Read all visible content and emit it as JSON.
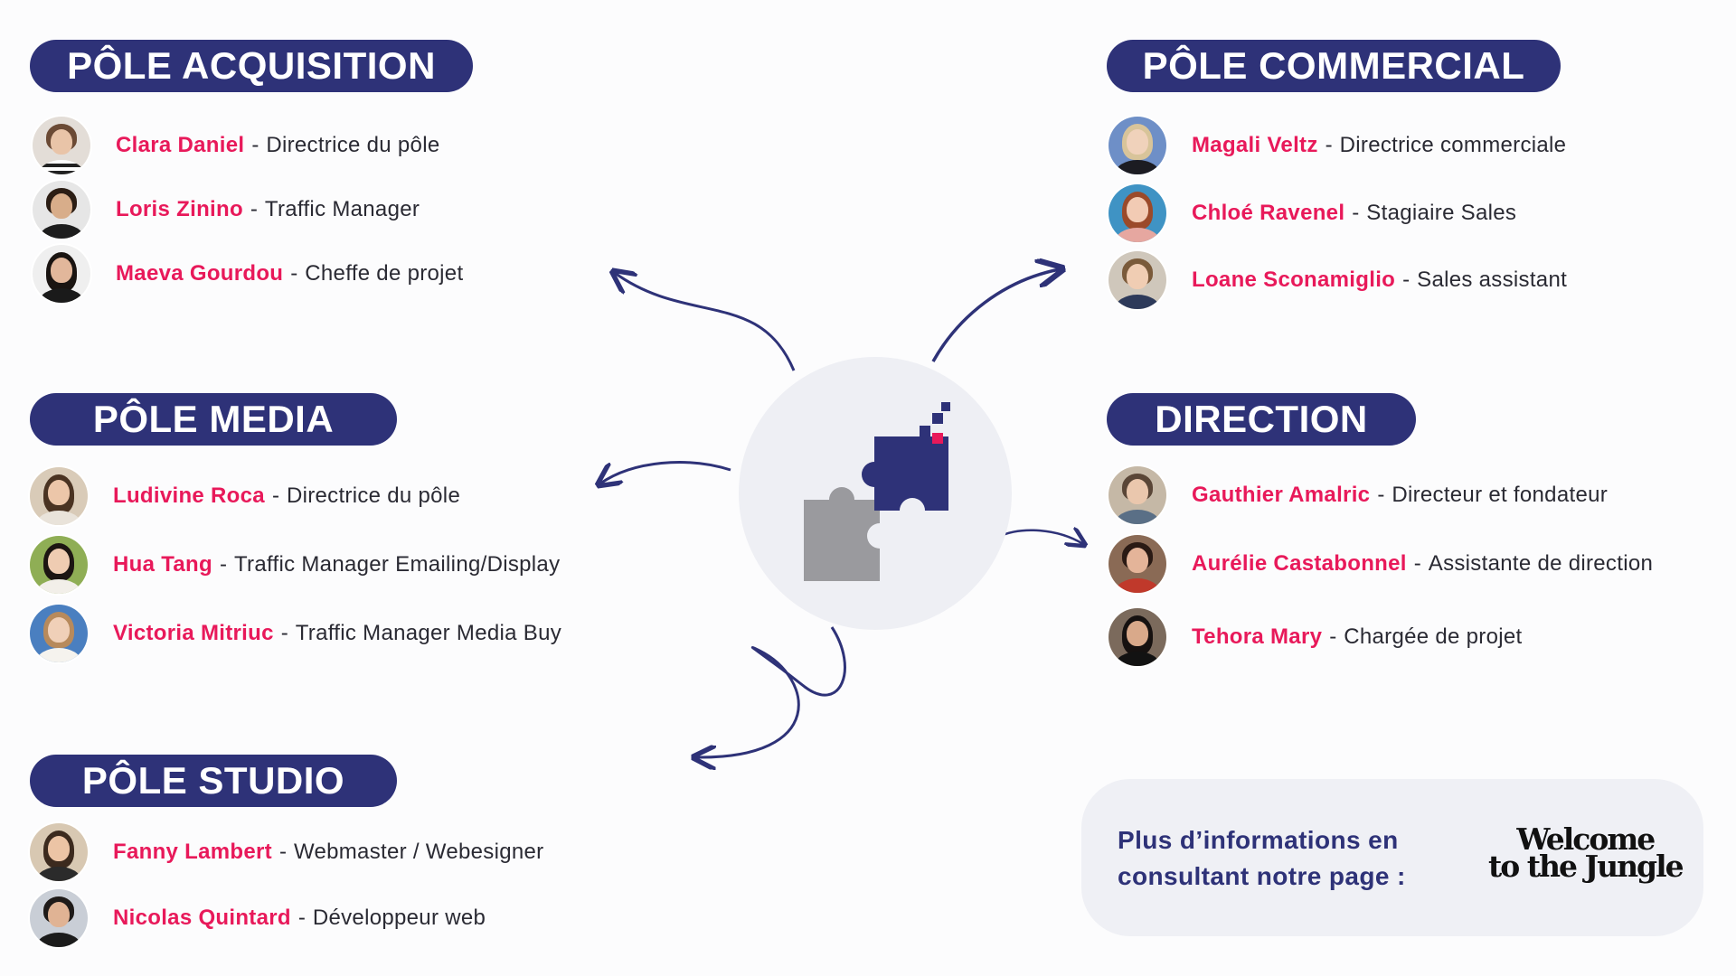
{
  "groups": {
    "acquisition": {
      "title": "PÔLE ACQUISITION",
      "members": [
        {
          "name": "Clara Daniel",
          "role": "Directrice du pôle"
        },
        {
          "name": "Loris Zinino",
          "role": "Traffic Manager"
        },
        {
          "name": "Maeva Gourdou",
          "role": "Cheffe de projet"
        }
      ]
    },
    "media": {
      "title": "PÔLE MEDIA",
      "members": [
        {
          "name": "Ludivine Roca",
          "role": "Directrice du pôle"
        },
        {
          "name": "Hua Tang",
          "role": "Traffic Manager Emailing/Display"
        },
        {
          "name": "Victoria Mitriuc",
          "role": "Traffic Manager Media Buy"
        }
      ]
    },
    "studio": {
      "title": "PÔLE STUDIO",
      "members": [
        {
          "name": "Fanny Lambert",
          "role": "Webmaster / Webesigner"
        },
        {
          "name": "Nicolas Quintard",
          "role": "Développeur web"
        }
      ]
    },
    "commercial": {
      "title": "PÔLE COMMERCIAL",
      "members": [
        {
          "name": "Magali Veltz",
          "role": "Directrice commerciale"
        },
        {
          "name": "Chloé Ravenel",
          "role": "Stagiaire Sales"
        },
        {
          "name": "Loane Sconamiglio",
          "role": "Sales assistant"
        }
      ]
    },
    "direction": {
      "title": "DIRECTION",
      "members": [
        {
          "name": "Gauthier Amalric",
          "role": "Directeur et fondateur"
        },
        {
          "name": "Aurélie Castabonnel",
          "role": "Assistante de direction"
        },
        {
          "name": "Tehora Mary",
          "role": "Chargée de projet"
        }
      ]
    }
  },
  "separator": "-",
  "info": {
    "line1": "Plus d’informations en",
    "line2": "consultant notre page :",
    "logo_line1": "Welcome",
    "logo_line2": "to the Jungle"
  },
  "colors": {
    "pill": "#2e3278",
    "name": "#e8195a",
    "text": "#2a2a33",
    "accent_pink": "#e8195a",
    "puzzle_navy": "#2e3278",
    "puzzle_gray": "#9a9a9e"
  },
  "icons": [
    "puzzle-icon",
    "arrow-icon",
    "avatar-icon"
  ]
}
